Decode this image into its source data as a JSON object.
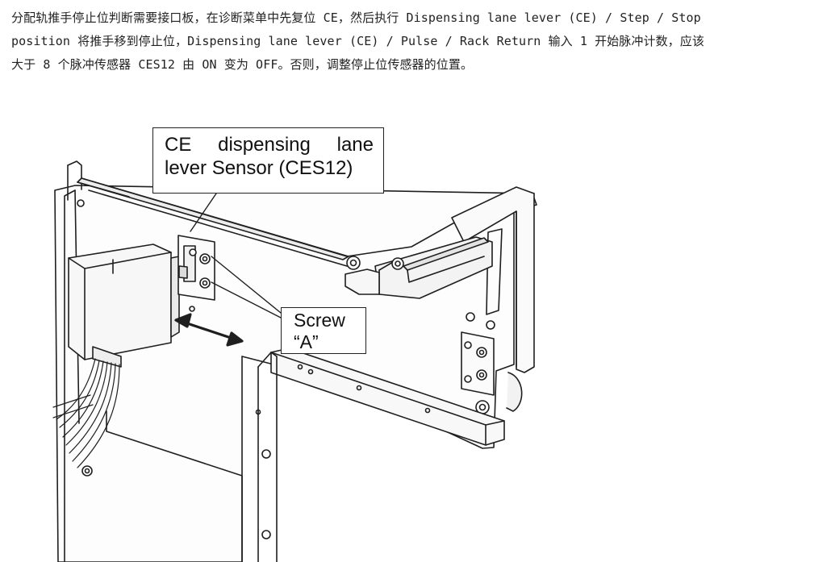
{
  "instructions": {
    "line1": "分配轨推手停止位判断需要接口板，在诊断菜单中先复位 CE，然后执行 Dispensing lane lever (CE) / Step / Stop",
    "line2": "position 将推手移到停止位，Dispensing lane lever (CE) / Pulse / Rack Return 输入 1 开始脉冲计数，应该",
    "line3": "大于 8 个脉冲传感器 CES12 由 ON 变为 OFF。否则，调整停止位传感器的位置。"
  },
  "figure": {
    "sensor_callout": {
      "word1": "CE",
      "word2": "dispensing",
      "word3": "lane",
      "line2": "lever Sensor (CES12)"
    },
    "screw_callout": {
      "line1": "Screw",
      "line2": "“A”"
    }
  }
}
